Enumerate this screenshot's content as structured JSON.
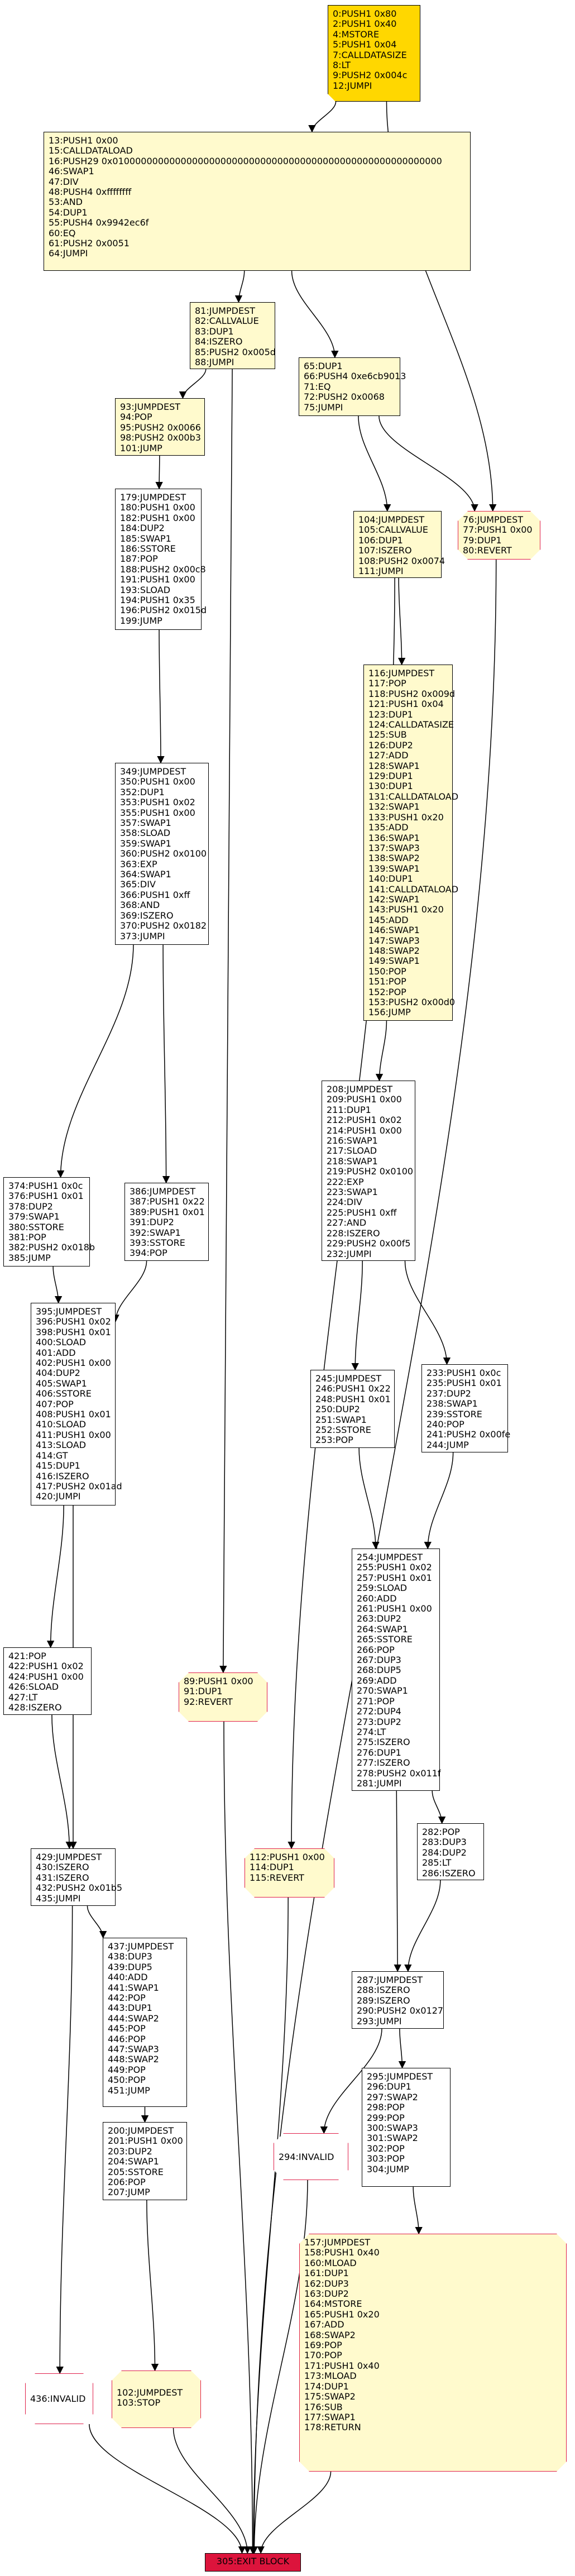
{
  "nodes": [
    {
      "id": "n0",
      "style": "gold",
      "text": "0:PUSH1 0x80\n2:PUSH1 0x40\n4:MSTORE\n5:PUSH1 0x04\n7:CALLDATASIZE\n8:LT\n9:PUSH2 0x004c\n12:JUMPI"
    },
    {
      "id": "n13",
      "style": "yellow",
      "text": "13:PUSH1 0x00\n15:CALLDATALOAD\n16:PUSH29 0x0100000000000000000000000000000000000000000000000000000000\n46:SWAP1\n47:DIV\n48:PUSH4 0xffffffff\n53:AND\n54:DUP1\n55:PUSH4 0x9942ec6f\n60:EQ\n61:PUSH2 0x0051\n64:JUMPI"
    },
    {
      "id": "n81",
      "style": "yellow",
      "text": "81:JUMPDEST\n82:CALLVALUE\n83:DUP1\n84:ISZERO\n85:PUSH2 0x005d\n88:JUMPI"
    },
    {
      "id": "n65",
      "style": "yellow",
      "text": "65:DUP1\n66:PUSH4 0xe6cb9013\n71:EQ\n72:PUSH2 0x0068\n75:JUMPI"
    },
    {
      "id": "n76",
      "style": "revert",
      "text": "76:JUMPDEST\n77:PUSH1 0x00\n79:DUP1\n80:REVERT"
    },
    {
      "id": "n93",
      "style": "yellow",
      "text": "93:JUMPDEST\n94:POP\n95:PUSH2 0x0066\n98:PUSH2 0x00b3\n101:JUMP"
    },
    {
      "id": "n104",
      "style": "yellow",
      "text": "104:JUMPDEST\n105:CALLVALUE\n106:DUP1\n107:ISZERO\n108:PUSH2 0x0074\n111:JUMPI"
    },
    {
      "id": "n179",
      "style": "normal",
      "text": "179:JUMPDEST\n180:PUSH1 0x00\n182:PUSH1 0x00\n184:DUP2\n185:SWAP1\n186:SSTORE\n187:POP\n188:PUSH2 0x00c8\n191:PUSH1 0x00\n193:SLOAD\n194:PUSH1 0x35\n196:PUSH2 0x015d\n199:JUMP"
    },
    {
      "id": "n116",
      "style": "yellow",
      "text": "116:JUMPDEST\n117:POP\n118:PUSH2 0x009d\n121:PUSH1 0x04\n123:DUP1\n124:CALLDATASIZE\n125:SUB\n126:DUP2\n127:ADD\n128:SWAP1\n129:DUP1\n130:DUP1\n131:CALLDATALOAD\n132:SWAP1\n133:PUSH1 0x20\n135:ADD\n136:SWAP1\n137:SWAP3\n138:SWAP2\n139:SWAP1\n140:DUP1\n141:CALLDATALOAD\n142:SWAP1\n143:PUSH1 0x20\n145:ADD\n146:SWAP1\n147:SWAP3\n148:SWAP2\n149:SWAP1\n150:POP\n151:POP\n152:POP\n153:PUSH2 0x00d0\n156:JUMP"
    },
    {
      "id": "n349",
      "style": "normal",
      "text": "349:JUMPDEST\n350:PUSH1 0x00\n352:DUP1\n353:PUSH1 0x02\n355:PUSH1 0x00\n357:SWAP1\n358:SLOAD\n359:SWAP1\n360:PUSH2 0x0100\n363:EXP\n364:SWAP1\n365:DIV\n366:PUSH1 0xff\n368:AND\n369:ISZERO\n370:PUSH2 0x0182\n373:JUMPI"
    },
    {
      "id": "n208",
      "style": "normal",
      "text": "208:JUMPDEST\n209:PUSH1 0x00\n211:DUP1\n212:PUSH1 0x02\n214:PUSH1 0x00\n216:SWAP1\n217:SLOAD\n218:SWAP1\n219:PUSH2 0x0100\n222:EXP\n223:SWAP1\n224:DIV\n225:PUSH1 0xff\n227:AND\n228:ISZERO\n229:PUSH2 0x00f5\n232:JUMPI"
    },
    {
      "id": "n374",
      "style": "normal",
      "text": "374:PUSH1 0x0c\n376:PUSH1 0x01\n378:DUP2\n379:SWAP1\n380:SSTORE\n381:POP\n382:PUSH2 0x018b\n385:JUMP"
    },
    {
      "id": "n386",
      "style": "normal",
      "text": "386:JUMPDEST\n387:PUSH1 0x22\n389:PUSH1 0x01\n391:DUP2\n392:SWAP1\n393:SSTORE\n394:POP"
    },
    {
      "id": "n395",
      "style": "normal",
      "text": "395:JUMPDEST\n396:PUSH1 0x02\n398:PUSH1 0x01\n400:SLOAD\n401:ADD\n402:PUSH1 0x00\n404:DUP2\n405:SWAP1\n406:SSTORE\n407:POP\n408:PUSH1 0x01\n410:SLOAD\n411:PUSH1 0x00\n413:SLOAD\n414:GT\n415:DUP1\n416:ISZERO\n417:PUSH2 0x01ad\n420:JUMPI"
    },
    {
      "id": "n245",
      "style": "normal",
      "text": "245:JUMPDEST\n246:PUSH1 0x22\n248:PUSH1 0x01\n250:DUP2\n251:SWAP1\n252:SSTORE\n253:POP"
    },
    {
      "id": "n233",
      "style": "normal",
      "text": "233:PUSH1 0x0c\n235:PUSH1 0x01\n237:DUP2\n238:SWAP1\n239:SSTORE\n240:POP\n241:PUSH2 0x00fe\n244:JUMP"
    },
    {
      "id": "n254",
      "style": "normal",
      "text": "254:JUMPDEST\n255:PUSH1 0x02\n257:PUSH1 0x01\n259:SLOAD\n260:ADD\n261:PUSH1 0x00\n263:DUP2\n264:SWAP1\n265:SSTORE\n266:POP\n267:DUP3\n268:DUP5\n269:ADD\n270:SWAP1\n271:POP\n272:DUP4\n273:DUP2\n274:LT\n275:ISZERO\n276:DUP1\n277:ISZERO\n278:PUSH2 0x011f\n281:JUMPI"
    },
    {
      "id": "n421",
      "style": "normal",
      "text": "421:POP\n422:PUSH1 0x02\n424:PUSH1 0x00\n426:SLOAD\n427:LT\n428:ISZERO"
    },
    {
      "id": "n89",
      "style": "revert",
      "text": "89:PUSH1 0x00\n91:DUP1\n92:REVERT"
    },
    {
      "id": "n282",
      "style": "normal",
      "text": "282:POP\n283:DUP3\n284:DUP2\n285:LT\n286:ISZERO"
    },
    {
      "id": "n429",
      "style": "normal",
      "text": "429:JUMPDEST\n430:ISZERO\n431:ISZERO\n432:PUSH2 0x01b5\n435:JUMPI"
    },
    {
      "id": "n112",
      "style": "revert",
      "text": "112:PUSH1 0x00\n114:DUP1\n115:REVERT"
    },
    {
      "id": "n437",
      "style": "normal",
      "text": "437:JUMPDEST\n438:DUP3\n439:DUP5\n440:ADD\n441:SWAP1\n442:POP\n443:DUP1\n444:SWAP2\n445:POP\n446:POP\n447:SWAP3\n448:SWAP2\n449:POP\n450:POP\n451:JUMP"
    },
    {
      "id": "n287",
      "style": "normal",
      "text": "287:JUMPDEST\n288:ISZERO\n289:ISZERO\n290:PUSH2 0x0127\n293:JUMPI"
    },
    {
      "id": "n200",
      "style": "normal",
      "text": "200:JUMPDEST\n201:PUSH1 0x00\n203:DUP2\n204:SWAP1\n205:SSTORE\n206:POP\n207:JUMP"
    },
    {
      "id": "n294",
      "style": "invalid",
      "text": "294:INVALID"
    },
    {
      "id": "n295",
      "style": "normal",
      "text": "295:JUMPDEST\n296:DUP1\n297:SWAP2\n298:POP\n299:POP\n300:SWAP3\n301:SWAP2\n302:POP\n303:POP\n304:JUMP"
    },
    {
      "id": "n436",
      "style": "invalid",
      "text": "436:INVALID"
    },
    {
      "id": "n102",
      "style": "revert",
      "text": "102:JUMPDEST\n103:STOP"
    },
    {
      "id": "n157",
      "style": "revert",
      "text": "157:JUMPDEST\n158:PUSH1 0x40\n160:MLOAD\n161:DUP1\n162:DUP3\n163:DUP2\n164:MSTORE\n165:PUSH1 0x20\n167:ADD\n168:SWAP2\n169:POP\n170:POP\n171:PUSH1 0x40\n173:MLOAD\n174:DUP1\n175:SWAP2\n176:SUB\n177:SWAP1\n178:RETURN"
    },
    {
      "id": "n305",
      "style": "exit",
      "text": "305:EXIT BLOCK"
    }
  ],
  "edges": [
    [
      "n0",
      "n13"
    ],
    [
      "n0",
      "n76"
    ],
    [
      "n13",
      "n81"
    ],
    [
      "n13",
      "n65"
    ],
    [
      "n81",
      "n93"
    ],
    [
      "n81",
      "n89"
    ],
    [
      "n65",
      "n104"
    ],
    [
      "n65",
      "n76"
    ],
    [
      "n76",
      "n305"
    ],
    [
      "n93",
      "n179"
    ],
    [
      "n104",
      "n116"
    ],
    [
      "n104",
      "n112"
    ],
    [
      "n179",
      "n349"
    ],
    [
      "n116",
      "n208"
    ],
    [
      "n349",
      "n374"
    ],
    [
      "n349",
      "n386"
    ],
    [
      "n208",
      "n245"
    ],
    [
      "n208",
      "n233"
    ],
    [
      "n374",
      "n395"
    ],
    [
      "n386",
      "n395"
    ],
    [
      "n245",
      "n254"
    ],
    [
      "n233",
      "n254"
    ],
    [
      "n395",
      "n421"
    ],
    [
      "n395",
      "n429"
    ],
    [
      "n421",
      "n429"
    ],
    [
      "n254",
      "n282"
    ],
    [
      "n254",
      "n287"
    ],
    [
      "n282",
      "n287"
    ],
    [
      "n429",
      "n437"
    ],
    [
      "n429",
      "n436"
    ],
    [
      "n89",
      "n305"
    ],
    [
      "n112",
      "n305"
    ],
    [
      "n437",
      "n200"
    ],
    [
      "n287",
      "n294"
    ],
    [
      "n287",
      "n295"
    ],
    [
      "n200",
      "n102"
    ],
    [
      "n295",
      "n157"
    ],
    [
      "n294",
      "n305"
    ],
    [
      "n436",
      "n305"
    ],
    [
      "n102",
      "n305"
    ],
    [
      "n157",
      "n305"
    ]
  ]
}
